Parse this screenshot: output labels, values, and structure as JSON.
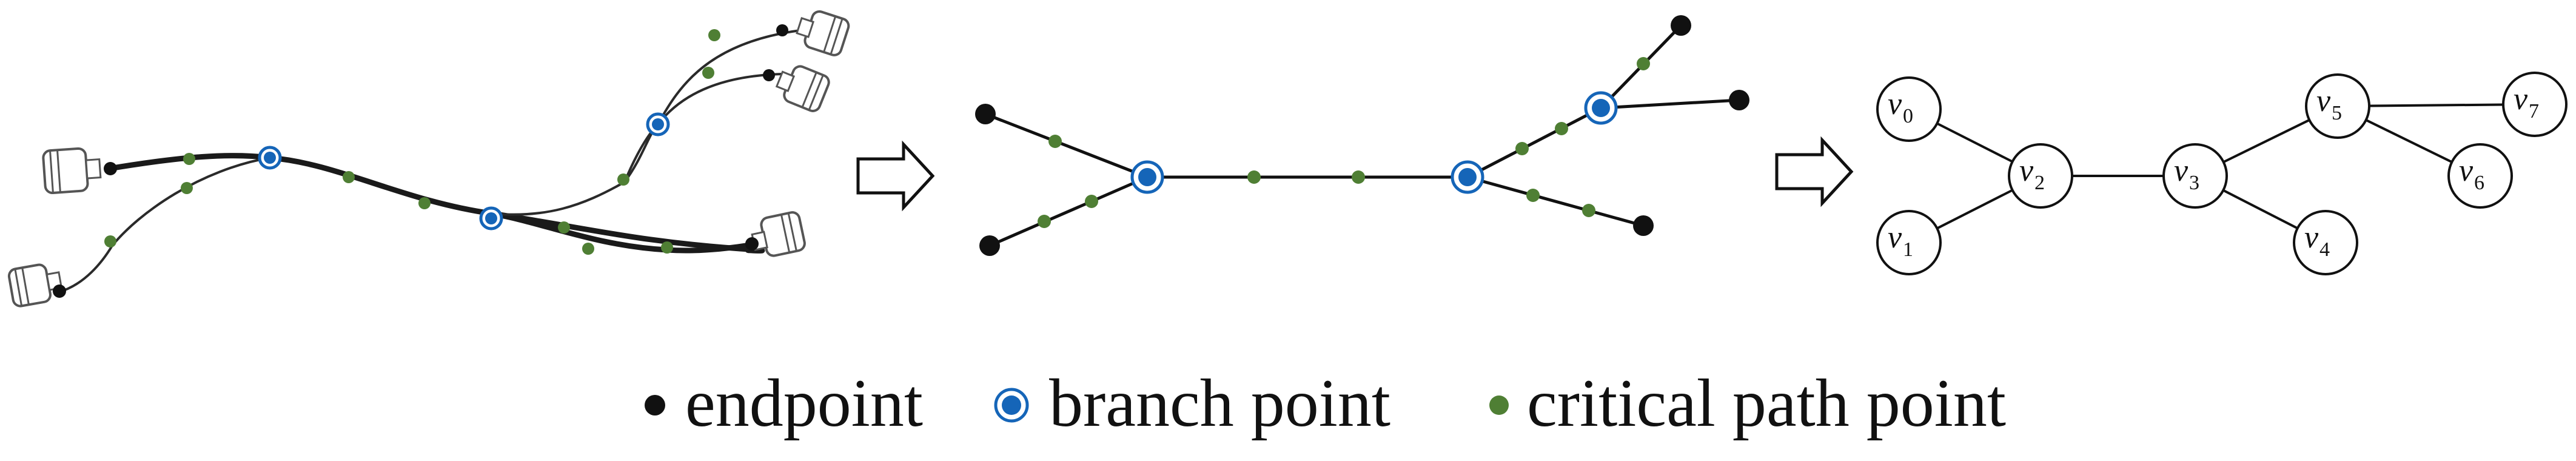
{
  "colors": {
    "endpoint": "#111111",
    "branch_point": "#1565b8",
    "critical_path_point": "#4f7f34",
    "cable": "#1a1a1a",
    "connector": "#555555"
  },
  "arrows": [
    {
      "icon": "right-arrow-outline"
    },
    {
      "icon": "right-arrow-outline"
    }
  ],
  "graph": {
    "nodes": [
      {
        "id": "v0",
        "letter": "v",
        "sub": "0"
      },
      {
        "id": "v1",
        "letter": "v",
        "sub": "1"
      },
      {
        "id": "v2",
        "letter": "v",
        "sub": "2"
      },
      {
        "id": "v3",
        "letter": "v",
        "sub": "3"
      },
      {
        "id": "v4",
        "letter": "v",
        "sub": "4"
      },
      {
        "id": "v5",
        "letter": "v",
        "sub": "5"
      },
      {
        "id": "v6",
        "letter": "v",
        "sub": "6"
      },
      {
        "id": "v7",
        "letter": "v",
        "sub": "7"
      }
    ],
    "edges": [
      [
        "v0",
        "v2"
      ],
      [
        "v1",
        "v2"
      ],
      [
        "v2",
        "v3"
      ],
      [
        "v3",
        "v4"
      ],
      [
        "v3",
        "v5"
      ],
      [
        "v5",
        "v6"
      ],
      [
        "v5",
        "v7"
      ]
    ]
  },
  "legend": {
    "endpoint": "endpoint",
    "branch_point": "branch point",
    "critical_path_point": "critical path point"
  }
}
